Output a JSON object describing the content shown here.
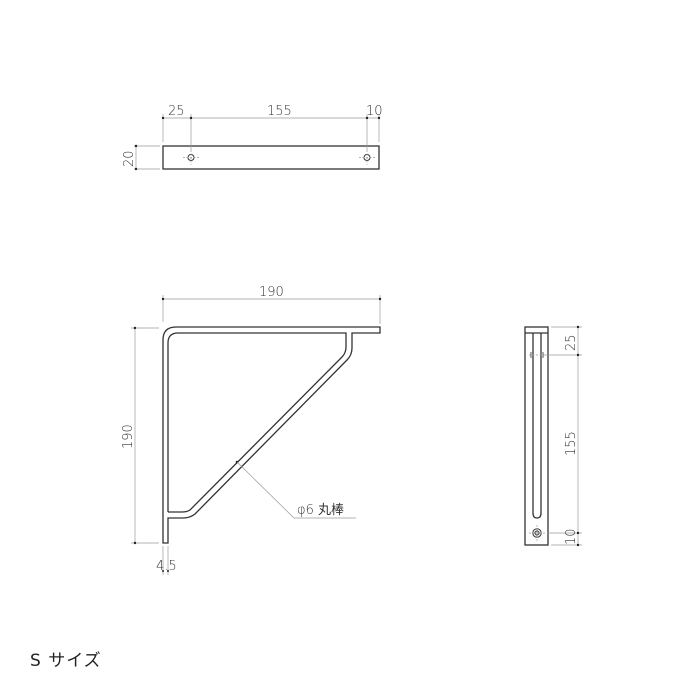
{
  "drawing": {
    "top_view": {
      "dims": {
        "left_offset": "25",
        "hole_spacing": "155",
        "right_offset": "10",
        "height": "20"
      }
    },
    "front_view": {
      "dims": {
        "width": "190",
        "height": "190",
        "thickness": "4.5"
      },
      "callout": "φ6 丸棒"
    },
    "side_view": {
      "dims": {
        "top_offset": "25",
        "hole_spacing": "155",
        "bottom_offset": "10"
      }
    }
  },
  "caption": "S サイズ",
  "colors": {
    "outline": "#333333",
    "dimension": "#9a9a9a",
    "background": "#ffffff"
  }
}
